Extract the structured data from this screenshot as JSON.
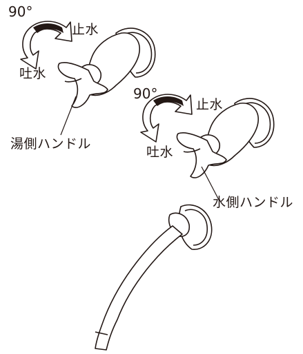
{
  "hot_valve": {
    "angle": "90°",
    "stop_label": "止水",
    "discharge_label": "吐水",
    "handle_label": "湯側ハンドル"
  },
  "cold_valve": {
    "angle": "90°",
    "stop_label": "止水",
    "discharge_label": "吐水",
    "handle_label": "水側ハンドル"
  }
}
